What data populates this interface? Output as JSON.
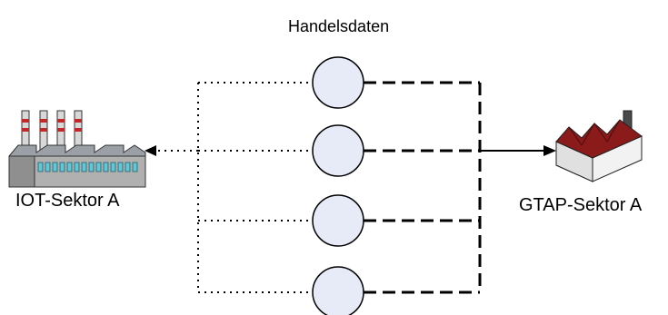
{
  "title": "Handelsdaten",
  "left_node": {
    "label": "IOT-Sektor A",
    "icon": "power-plant-icon"
  },
  "right_node": {
    "label": "GTAP-Sektor A",
    "icon": "factory-icon"
  },
  "trade_nodes": [
    {
      "id": "trade-node-1"
    },
    {
      "id": "trade-node-2"
    },
    {
      "id": "trade-node-3"
    },
    {
      "id": "trade-node-4"
    }
  ],
  "colors": {
    "circle_fill": "#e6ebf7",
    "factory_roof": "#8b1a1a",
    "plant_body": "#b0b0b0",
    "plant_stripe": "#c0282a",
    "plant_window": "#5fc8d8"
  }
}
